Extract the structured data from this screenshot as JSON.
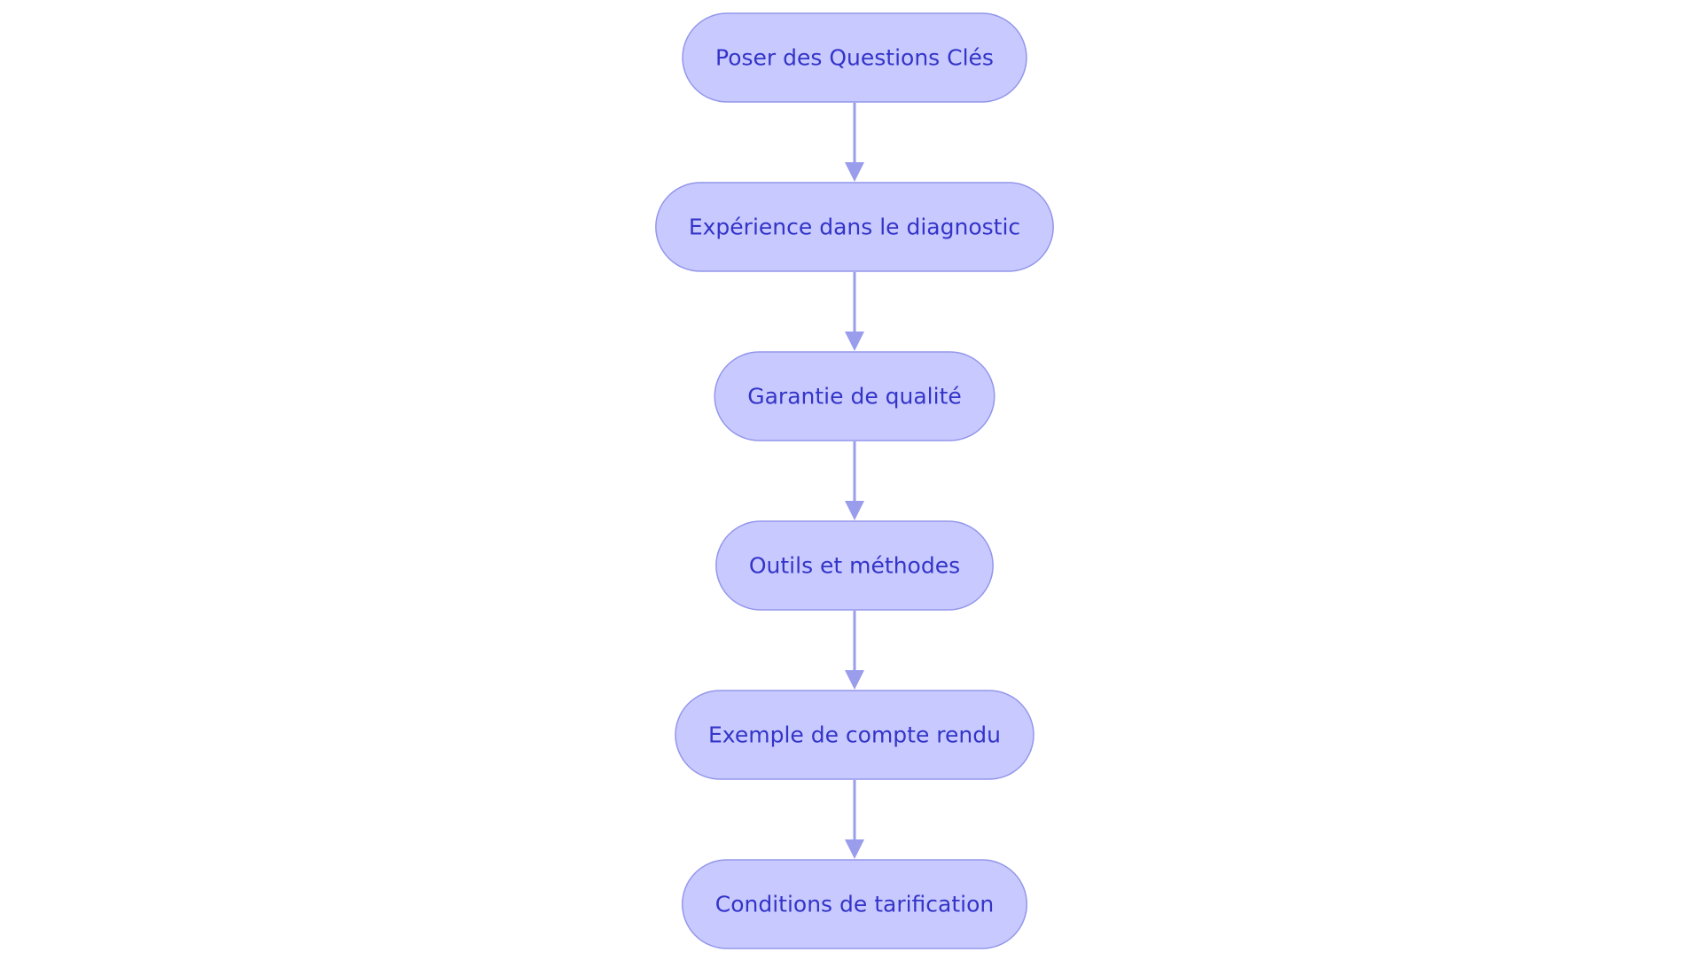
{
  "diagram": {
    "type": "flowchart",
    "direction": "top-down",
    "nodes": [
      {
        "id": "n1",
        "label": "Poser des Questions Clés"
      },
      {
        "id": "n2",
        "label": "Expérience dans le diagnostic"
      },
      {
        "id": "n3",
        "label": "Garantie de qualité"
      },
      {
        "id": "n4",
        "label": "Outils et méthodes"
      },
      {
        "id": "n5",
        "label": "Exemple de compte rendu"
      },
      {
        "id": "n6",
        "label": "Conditions de tarification"
      }
    ],
    "edges": [
      {
        "from": "n1",
        "to": "n2"
      },
      {
        "from": "n2",
        "to": "n3"
      },
      {
        "from": "n3",
        "to": "n4"
      },
      {
        "from": "n4",
        "to": "n5"
      },
      {
        "from": "n5",
        "to": "n6"
      }
    ]
  },
  "colors": {
    "node_fill": "#c8caff",
    "node_stroke": "#9396ea",
    "edge": "#9a9cec",
    "text": "#3434c8",
    "background": "#ffffff"
  }
}
